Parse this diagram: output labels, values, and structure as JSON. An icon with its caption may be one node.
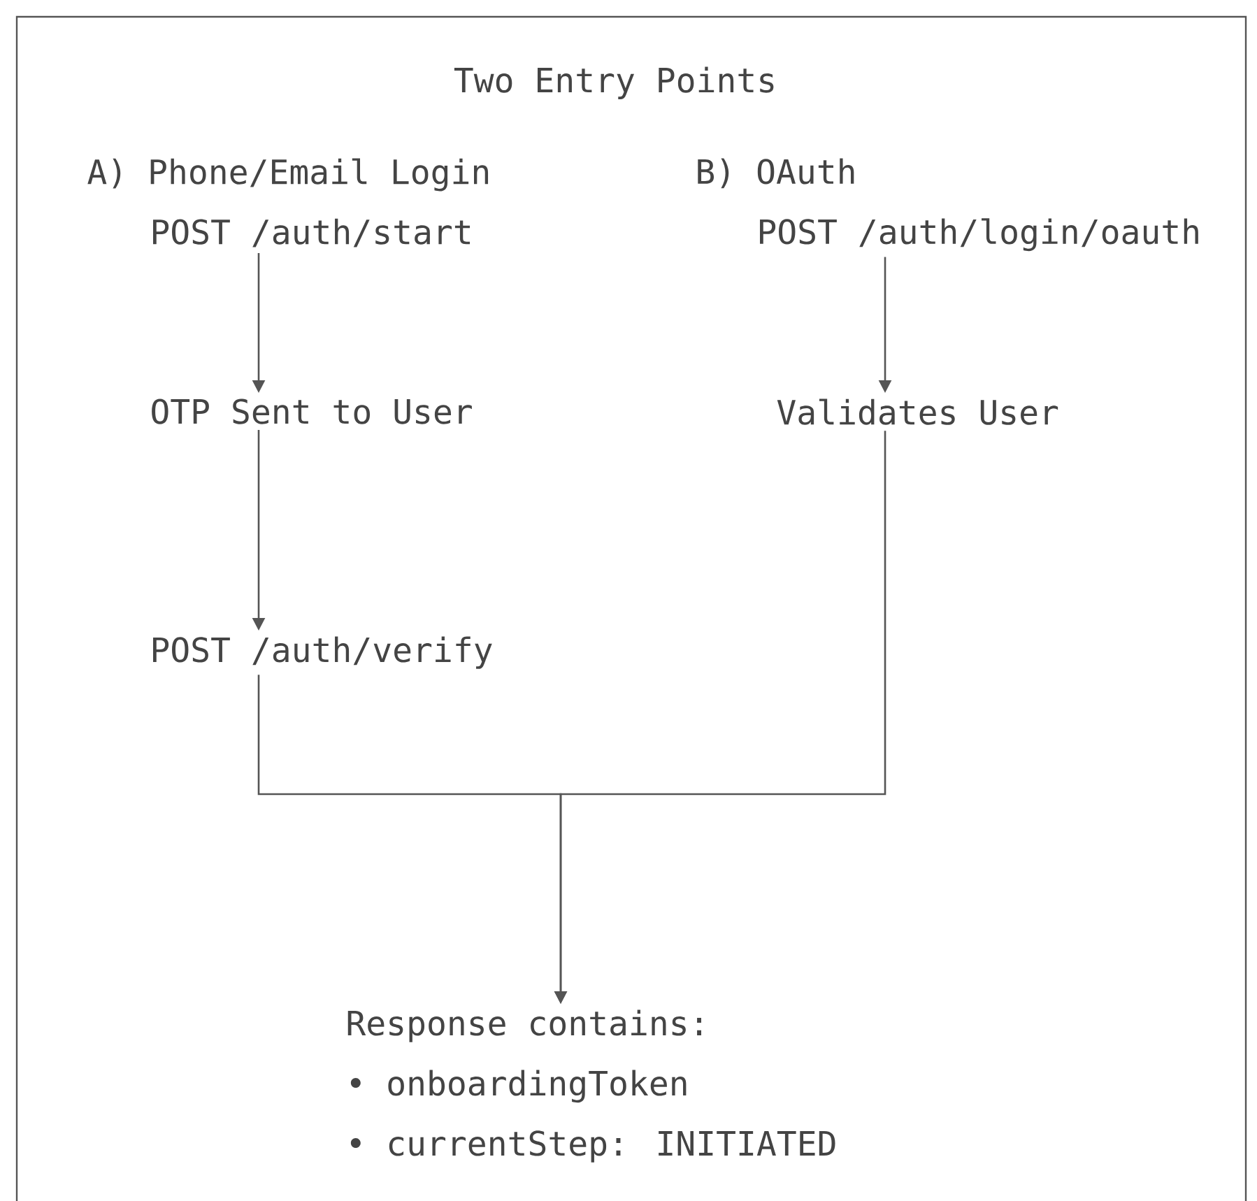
{
  "diagram": {
    "title": "Two Entry Points",
    "nodes": [
      {
        "text": [
          "A) Phone/Email Login",
          "POST /auth/start"
        ]
      },
      {
        "text": [
          "OTP Sent to User"
        ]
      },
      {
        "text": [
          "POST /auth/verify"
        ]
      },
      {
        "text": [
          "B) OAuth",
          "POST /auth/login/oauth"
        ]
      },
      {
        "text": [
          "Validates User"
        ]
      },
      {
        "text": [
          "Response contains:",
          "• onboardingToken",
          "• currentStep: INITIATED"
        ]
      }
    ],
    "edges": [
      {
        "from": 0,
        "to": 1,
        "arrow": "to"
      },
      {
        "from": 1,
        "to": 2,
        "arrow": "to"
      },
      {
        "from": 3,
        "to": 4,
        "arrow": "to"
      },
      {
        "from": 2,
        "to": 5,
        "arrow": "to"
      },
      {
        "from": 4,
        "to": 5,
        "arrow": "to"
      }
    ]
  }
}
